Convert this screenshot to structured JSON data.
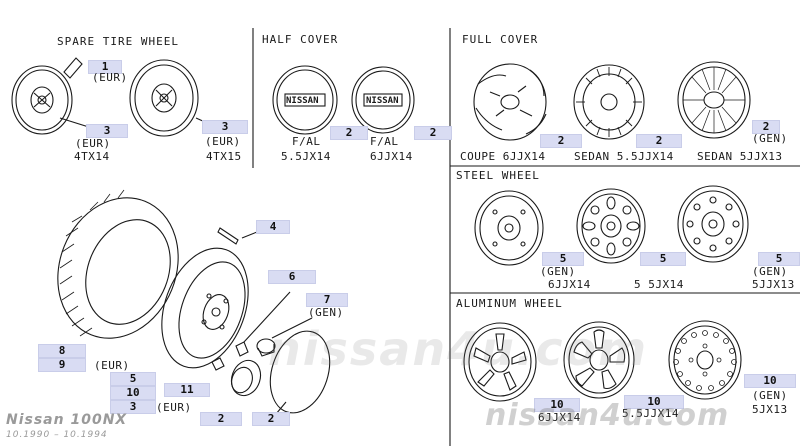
{
  "sections": {
    "spare": "SPARE TIRE WHEEL",
    "half": "HALF COVER",
    "full": "FULL COVER",
    "steel": "STEEL WHEEL",
    "aluminum": "ALUMINUM WHEEL"
  },
  "labels": {
    "eur": "(EUR)",
    "gen": "(GEN)",
    "size_4tx14": "4TX14",
    "size_4tx15": "4TX15",
    "fal": "F/AL",
    "size_55jx14": "5.5JX14",
    "size_6jjx14": "6JJX14",
    "coupe": "COUPE 6JJX14",
    "sedan_55": "SEDAN 5.5JJX14",
    "sedan_5": "SEDAN 5JJX13",
    "steel_6jjx14": "6JJX14",
    "steel_55jx14": "5 5JX14",
    "size_5jjx13": "5JJX13",
    "alu_6jjx14": "6JJX14",
    "alu_55jjx14": "5.5JJX14",
    "size_5jx13": "5JX13",
    "half_logo": "NISSAN"
  },
  "callouts": {
    "n1": "1",
    "n2": "2",
    "n3": "3",
    "n4": "4",
    "n5": "5",
    "n6": "6",
    "n7": "7",
    "n8": "8",
    "n9": "9",
    "n10": "10",
    "n11": "11"
  },
  "watermark": {
    "main": "nissan4u.com",
    "corner": "nissan4u.com"
  },
  "model": {
    "name": "Nissan 100NX",
    "range": "10.1990 – 10.1994"
  }
}
